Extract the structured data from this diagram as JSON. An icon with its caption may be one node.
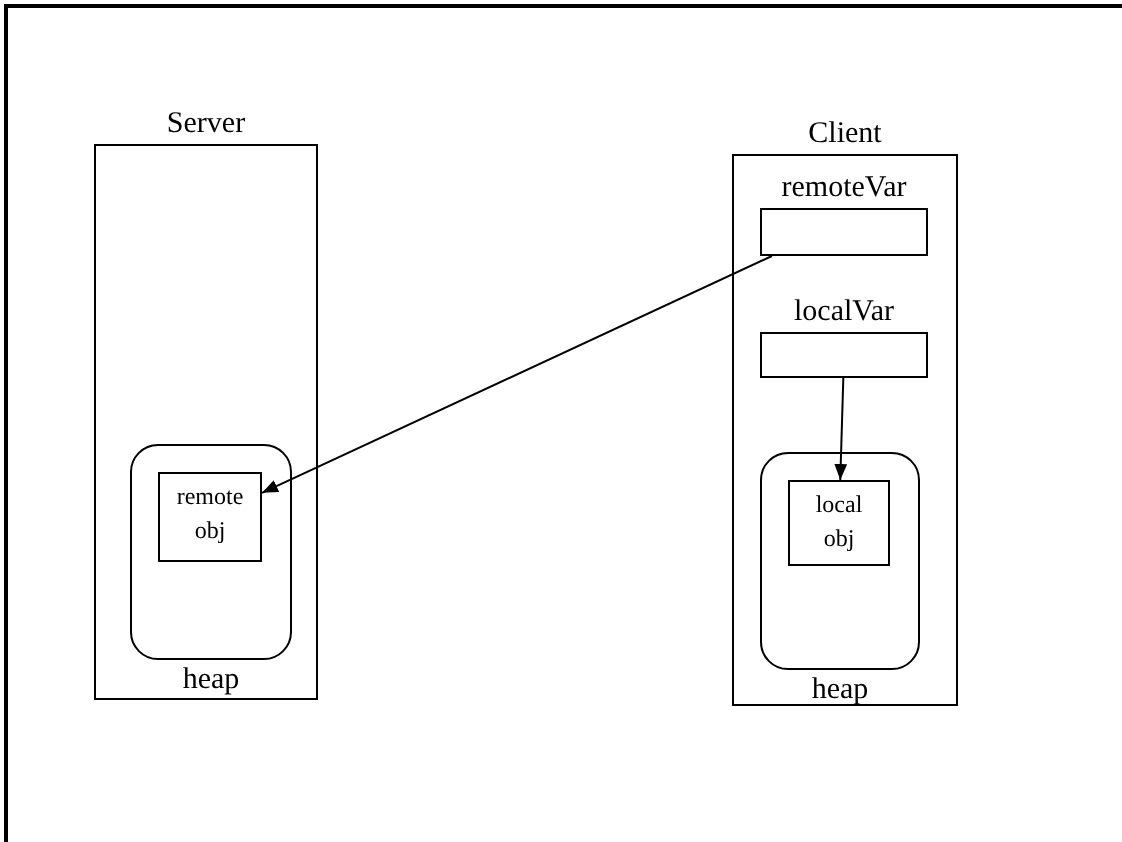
{
  "diagram": {
    "nodes": [
      {
        "text": [
          "Server"
        ]
      },
      {
        "text": [
          "heap"
        ],
        "in": 0
      },
      {
        "text": [
          "remote obj"
        ],
        "in": 1
      },
      {
        "text": [
          "Client"
        ]
      },
      {
        "text": [
          "remoteVar"
        ],
        "in": 3
      },
      {
        "text": [
          "localVar"
        ],
        "in": 3
      },
      {
        "text": [
          "heap"
        ],
        "in": 3
      },
      {
        "text": [
          "local obj"
        ],
        "in": 6
      }
    ],
    "edges": [
      {
        "from": 4,
        "to": 2,
        "arrow": "to"
      },
      {
        "from": 5,
        "to": 7,
        "arrow": "to"
      }
    ]
  }
}
